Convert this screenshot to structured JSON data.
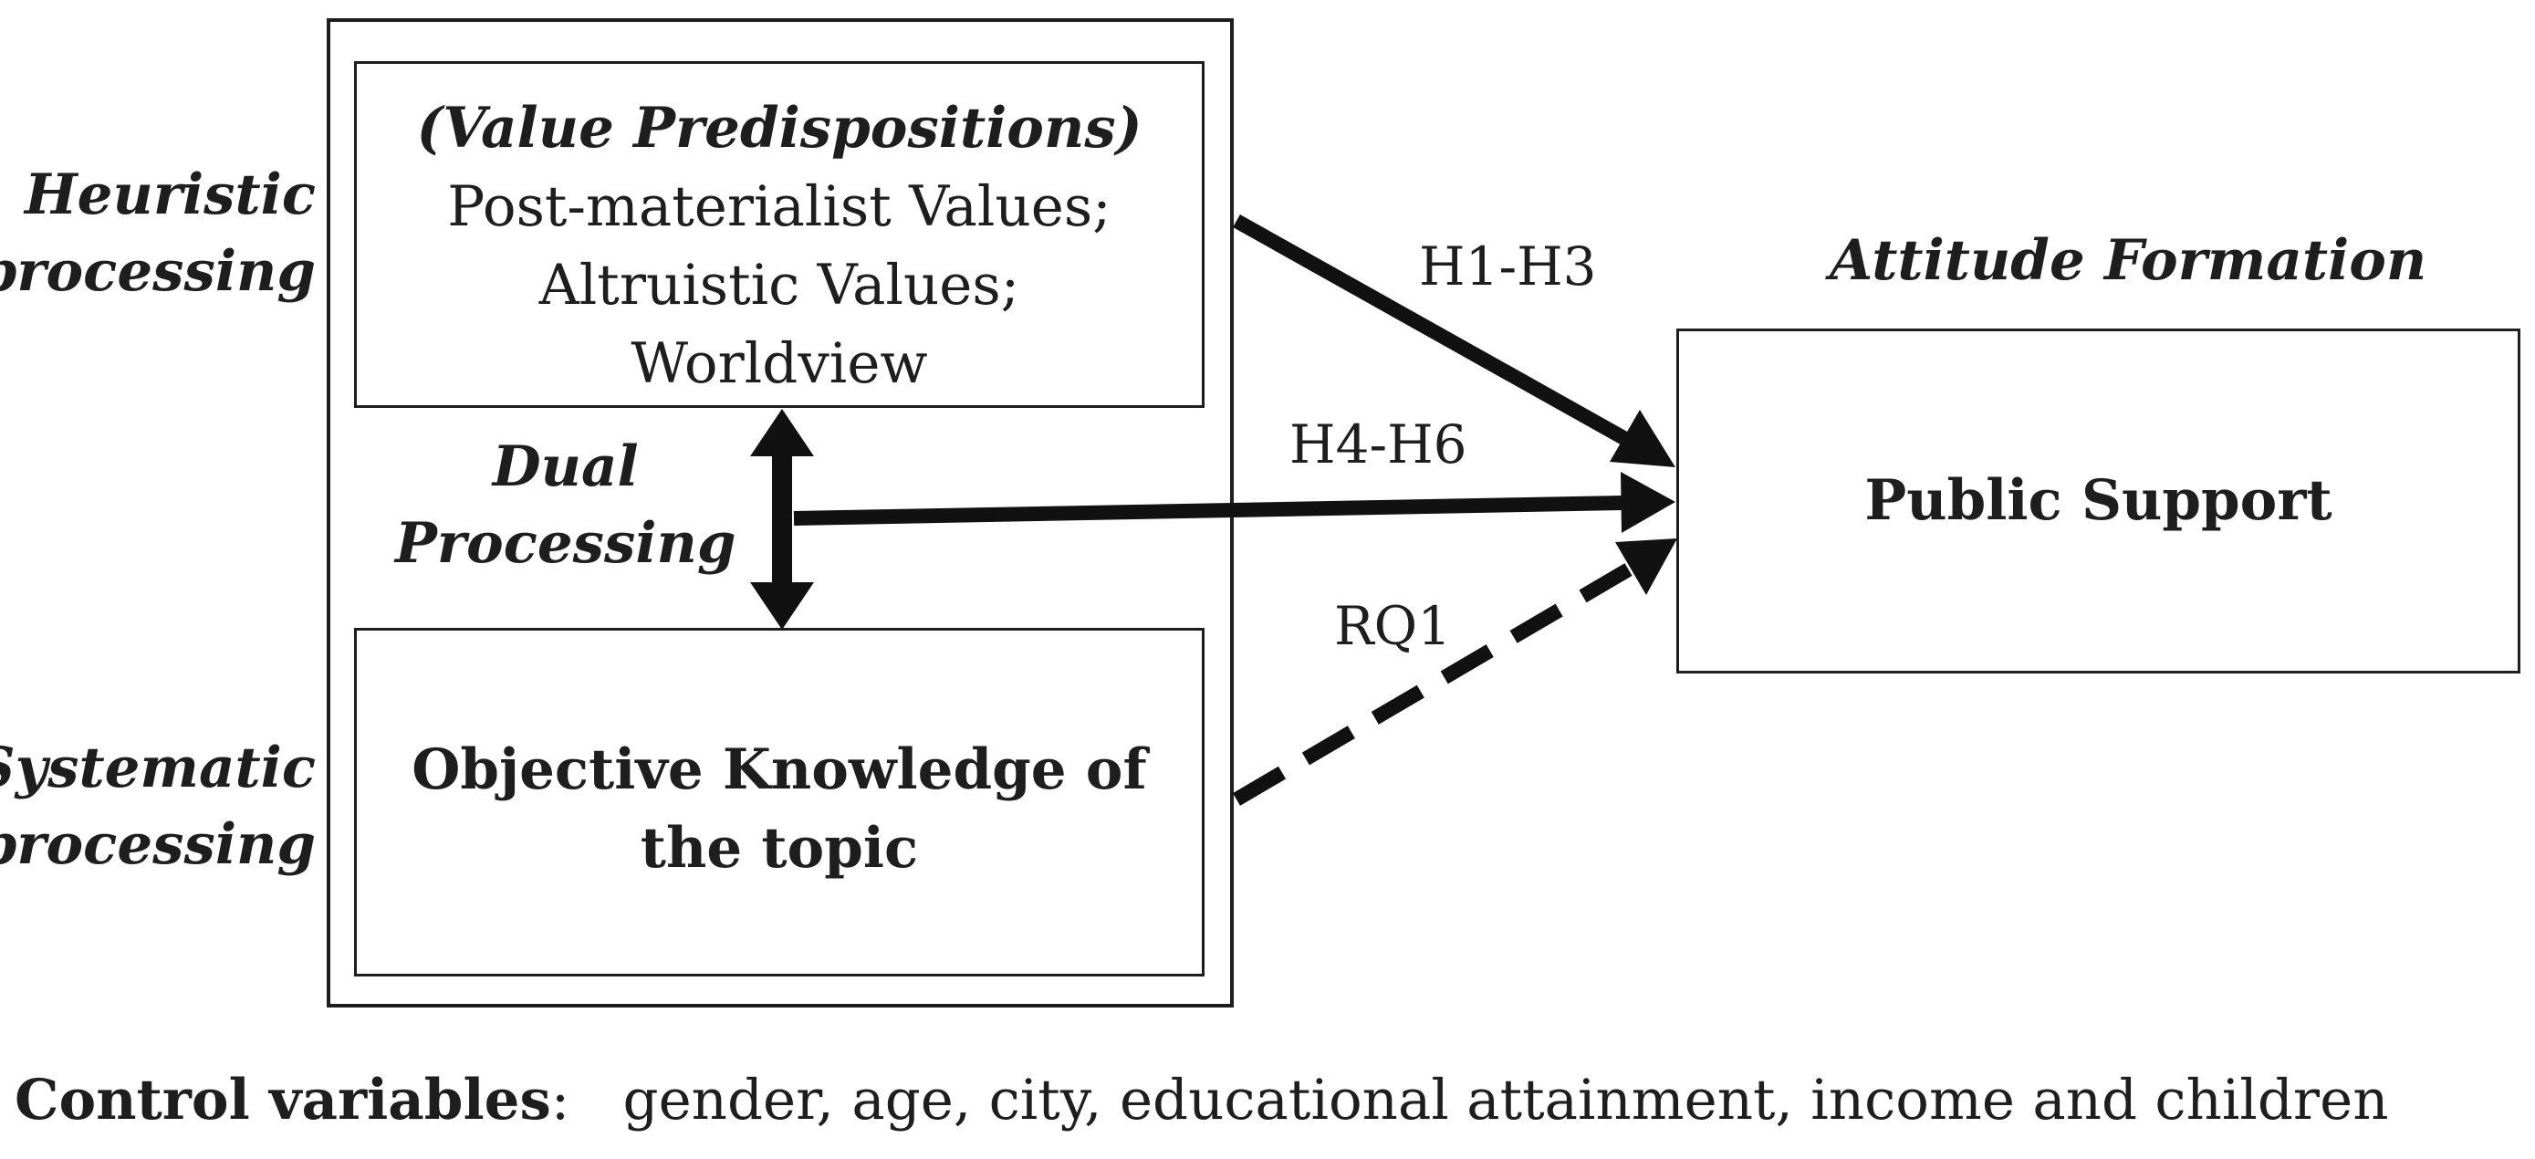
{
  "diagram": {
    "side_labels": {
      "heuristic": [
        "Heuristic",
        "processing"
      ],
      "systematic": [
        "Systematic",
        "processing"
      ],
      "dual": [
        "Dual",
        "Processing"
      ]
    },
    "value_box": {
      "heading": "(Value Predispositions)",
      "lines": [
        "Post-materialist Values;",
        "Altruistic Values;",
        "Worldview"
      ]
    },
    "knowledge_box": {
      "lines": [
        "Objective Knowledge of",
        "the topic"
      ]
    },
    "outcome": {
      "heading": "Attitude Formation",
      "box_label": "Public Support"
    },
    "edges": {
      "values_to_support": "H1-H3",
      "dual_to_support": "H4-H6",
      "knowledge_to_support": "RQ1"
    },
    "controls": {
      "label": "Control variables",
      "separator": ":",
      "text": "gender, age, city, educational attainment, income and children"
    }
  }
}
